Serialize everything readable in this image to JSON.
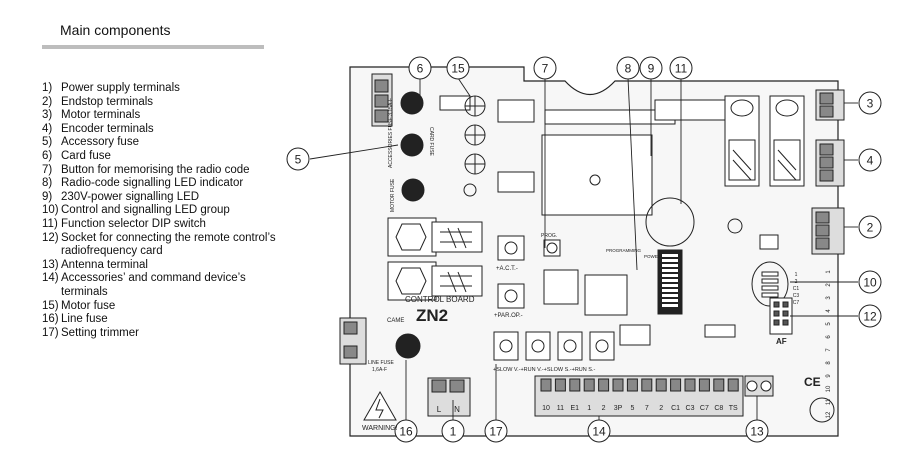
{
  "title": "Main components",
  "legend": [
    {
      "num": "1)",
      "text": "Power supply terminals"
    },
    {
      "num": "2)",
      "text": "Endstop terminals"
    },
    {
      "num": "3)",
      "text": "Motor terminals"
    },
    {
      "num": "4)",
      "text": "Encoder terminals"
    },
    {
      "num": "5)",
      "text": "Accessory fuse"
    },
    {
      "num": "6)",
      "text": "Card fuse"
    },
    {
      "num": "7)",
      "text": "Button for memorising the radio code"
    },
    {
      "num": "8)",
      "text": "Radio-code signalling LED indicator"
    },
    {
      "num": "9)",
      "text": "230V-power signalling LED"
    },
    {
      "num": "10)",
      "text": "Control and signalling LED group"
    },
    {
      "num": "11)",
      "text": "Function selector DIP switch"
    },
    {
      "num": "12)",
      "text": "Socket for connecting the remote control’s radiofrequency card"
    },
    {
      "num": "13)",
      "text": "Antenna terminal"
    },
    {
      "num": "14)",
      "text": "Accessories’ and command device’s terminals"
    },
    {
      "num": "15)",
      "text": "Motor fuse"
    },
    {
      "num": "16)",
      "text": "Line fuse"
    },
    {
      "num": "17)",
      "text": "Setting trimmer"
    }
  ],
  "callouts": [
    "6",
    "15",
    "7",
    "8",
    "9",
    "11",
    "3",
    "5",
    "4",
    "2",
    "10",
    "12",
    "16",
    "1",
    "17",
    "14",
    "13"
  ],
  "board": {
    "control_board": "CONTROL BOARD",
    "model": "ZN2",
    "brand": "CAME",
    "warning": "WARNING!",
    "line_fuse": "LINE FUSE",
    "line_fuse_value": "1,6A-F",
    "card_fuse": "CARD FUSE",
    "acc_fuse": "ACCESSORIES FUSE 3,15A-F",
    "motor_fuse": "MOTOR FUSE",
    "prog": "PROG.",
    "programming": "PROGRAMMING",
    "power": "POWER",
    "act": "+A.C.T.-",
    "parop": "+PAR.OP.-",
    "slow_run": "+SLOW V.-+RUN V.-+SLOW S.-+RUN S.-",
    "af": "AF",
    "ce": "CE",
    "power_terms": [
      "L",
      "N"
    ],
    "acc_terms": [
      "10",
      "11",
      "E1",
      "1",
      "2",
      "3P",
      "5",
      "7",
      "2",
      "C1",
      "C3",
      "C7",
      "C8",
      "TS"
    ],
    "dip_nums": [
      "1",
      "2",
      "3",
      "4",
      "5",
      "6",
      "7",
      "8",
      "9",
      "10",
      "11",
      "12"
    ],
    "led_labels": [
      "1",
      "2",
      "C1",
      "C3",
      "C7"
    ]
  }
}
